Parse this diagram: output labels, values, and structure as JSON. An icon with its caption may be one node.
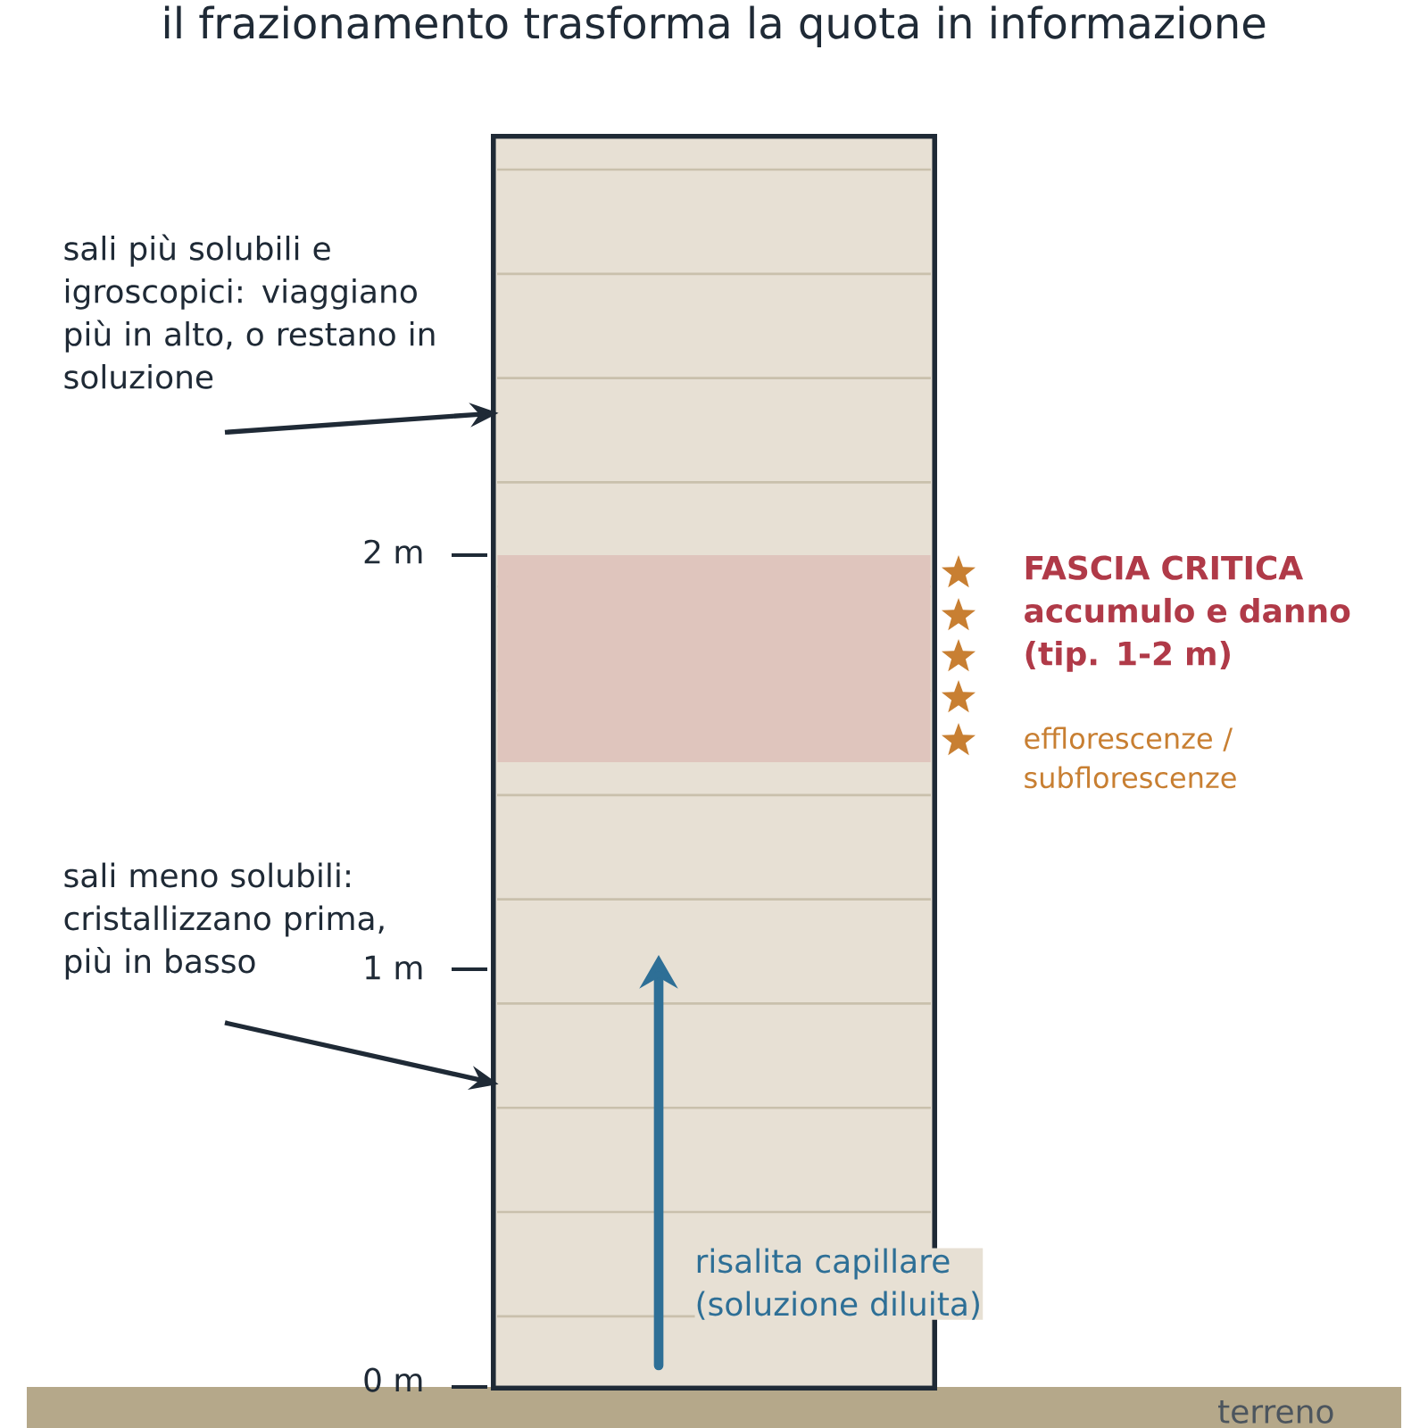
{
  "diagram": {
    "title": "il frazionamento trasforma la quota in informazione",
    "nodes": [
      {
        "text": [],
        "shape": "box"
      },
      {
        "text": [],
        "shape": "band",
        "in": 0,
        "beside": [
          "FASCIA CRITICA accumulo e danno (tip. 1-2 m)",
          "efflorescenze / subflorescenze"
        ]
      },
      {
        "text": [
          "sali più solubili e igroscopici: viaggiano più in alto, o restano in soluzione"
        ]
      },
      {
        "text": [
          "sali meno solubili: cristallizzano prima, più in basso"
        ]
      }
    ],
    "edges": [
      {
        "from": 2,
        "to": 0,
        "arrow": "to"
      },
      {
        "from": 3,
        "to": 0,
        "arrow": "to"
      }
    ],
    "labels": [
      "2 m",
      "1 m",
      "0 m",
      "risalita capillare (soluzione diluita)",
      "terreno"
    ]
  }
}
